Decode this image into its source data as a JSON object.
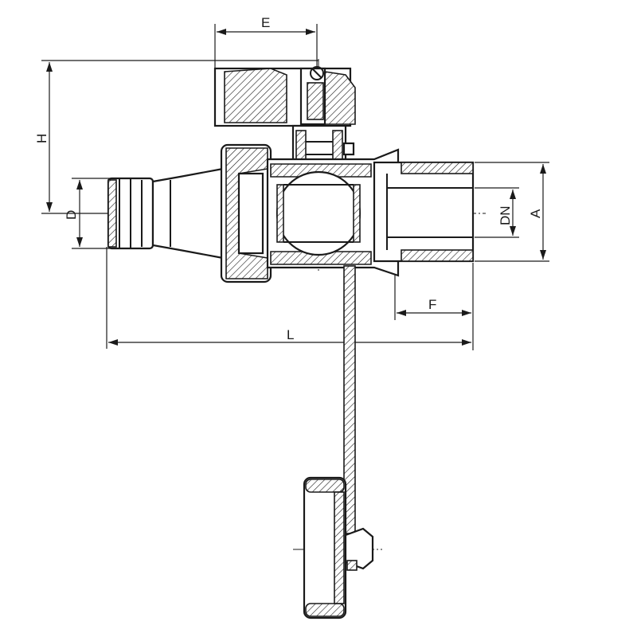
{
  "dimensions": {
    "E": "E",
    "H": "H",
    "D": "D",
    "DN": "DN",
    "A": "A",
    "F": "F",
    "L": "L"
  }
}
